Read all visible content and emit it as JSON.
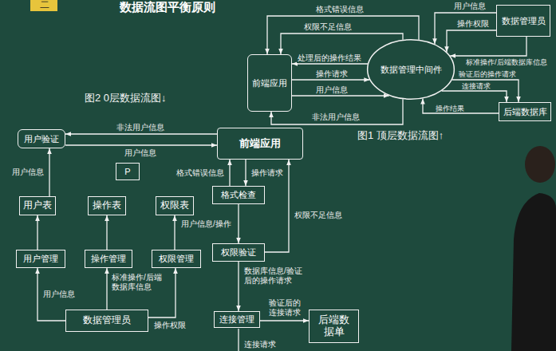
{
  "diagram": {
    "title": "数据流图平衡原则",
    "nodes": [
      {
        "text": [
          "前端应用"
        ]
      },
      {
        "text": [
          "数据管理中间件"
        ]
      },
      {
        "text": [
          "数据管理员"
        ]
      },
      {
        "text": [
          "后端数据库"
        ]
      },
      {
        "text": [
          "用户验证"
        ]
      },
      {
        "text": [
          "前端应用"
        ]
      },
      {
        "text": [
          "P"
        ]
      },
      {
        "text": [
          "格式检查"
        ]
      },
      {
        "text": [
          "用户表"
        ]
      },
      {
        "text": [
          "操作表"
        ]
      },
      {
        "text": [
          "权限表"
        ]
      },
      {
        "text": [
          "权限验证"
        ]
      },
      {
        "text": [
          "用户管理"
        ]
      },
      {
        "text": [
          "操作管理"
        ]
      },
      {
        "text": [
          "权限管理"
        ]
      },
      {
        "text": [
          "数据管理员"
        ]
      },
      {
        "text": [
          "连接管理"
        ]
      },
      {
        "text": [
          "后端数据单"
        ]
      }
    ],
    "edges": [
      {
        "from": 1,
        "to": 0,
        "label": "格式错误信息",
        "arrow": "to"
      },
      {
        "from": 1,
        "to": 0,
        "label": "权限不足信息",
        "arrow": "to"
      },
      {
        "from": 1,
        "to": 0,
        "label": "处理后的操作结果",
        "arrow": "to"
      },
      {
        "from": 0,
        "to": 1,
        "label": "操作请求",
        "arrow": "to"
      },
      {
        "from": 0,
        "to": 1,
        "label": "用户信息",
        "arrow": "to"
      },
      {
        "from": 1,
        "to": 0,
        "label": "非法用户信息",
        "arrow": "to"
      },
      {
        "from": 2,
        "to": 1,
        "label": "用户信息",
        "arrow": "to"
      },
      {
        "from": 2,
        "to": 1,
        "label": "操作权限",
        "arrow": "to"
      },
      {
        "from": 2,
        "to": 1,
        "label": "标准操作/后端数据库信息",
        "arrow": "to"
      },
      {
        "from": 1,
        "to": 3,
        "label": "验证后的操作请求",
        "arrow": "to"
      },
      {
        "from": 1,
        "to": 3,
        "label": "连接请求",
        "arrow": "to"
      },
      {
        "from": 3,
        "to": 1,
        "label": "操作结果",
        "arrow": "to"
      },
      {
        "from": 5,
        "to": 4,
        "label": "非法用户信息",
        "arrow": "to"
      },
      {
        "from": 4,
        "to": 5,
        "label": "用户信息",
        "arrow": "to"
      },
      {
        "from": 8,
        "to": 4,
        "label": "用户信息",
        "arrow": "to"
      },
      {
        "from": 12,
        "to": 8,
        "arrow": "to"
      },
      {
        "from": 13,
        "to": 9,
        "arrow": "to"
      },
      {
        "from": 14,
        "to": 10,
        "arrow": "to"
      },
      {
        "from": 15,
        "to": 12,
        "label": "用户信息",
        "arrow": "to"
      },
      {
        "from": 15,
        "to": 13,
        "label": "标准操作/后端数据库信息",
        "arrow": "to"
      },
      {
        "from": 15,
        "to": 14,
        "label": "操作权限",
        "arrow": "to"
      },
      {
        "from": 7,
        "to": 5,
        "label": "格式错误信息",
        "arrow": "to"
      },
      {
        "from": 5,
        "to": 7,
        "label": "操作请求",
        "arrow": "to"
      },
      {
        "from": 7,
        "to": 11,
        "label": "用户信息/操作",
        "arrow": "to"
      },
      {
        "from": 11,
        "to": 5,
        "label": "权限不足信息",
        "arrow": "to"
      },
      {
        "from": 11,
        "to": 16,
        "label": "数据库信息/验证后的操作请求",
        "arrow": "to"
      },
      {
        "from": 16,
        "to": 17,
        "label": "验证后的连接请求",
        "arrow": "to"
      }
    ],
    "labels": [
      "二",
      "图2 0层数据流图↓",
      "图1 顶层数据流图↑",
      "连接请求"
    ]
  }
}
